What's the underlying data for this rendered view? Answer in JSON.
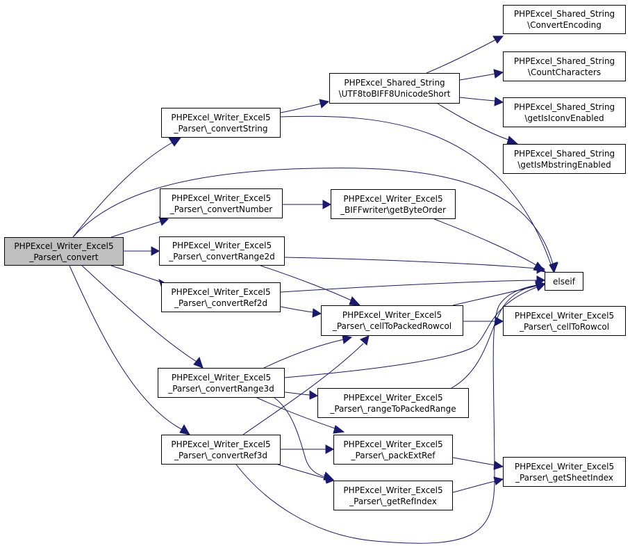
{
  "nodes": [
    {
      "id": "convert",
      "root": true,
      "lines": [
        "PHPExcel_Writer_Excel5",
        "_Parser\\_convert"
      ]
    },
    {
      "id": "convertString",
      "lines": [
        "PHPExcel_Writer_Excel5",
        "_Parser\\_convertString"
      ]
    },
    {
      "id": "convertNumber",
      "lines": [
        "PHPExcel_Writer_Excel5",
        "_Parser\\_convertNumber"
      ]
    },
    {
      "id": "convertRange2d",
      "lines": [
        "PHPExcel_Writer_Excel5",
        "_Parser\\_convertRange2d"
      ]
    },
    {
      "id": "convertRef2d",
      "lines": [
        "PHPExcel_Writer_Excel5",
        "_Parser\\_convertRef2d"
      ]
    },
    {
      "id": "convertRange3d",
      "lines": [
        "PHPExcel_Writer_Excel5",
        "_Parser\\_convertRange3d"
      ]
    },
    {
      "id": "convertRef3d",
      "lines": [
        "PHPExcel_Writer_Excel5",
        "_Parser\\_convertRef3d"
      ]
    },
    {
      "id": "utf8",
      "lines": [
        "PHPExcel_Shared_String",
        "\\UTF8toBIFF8UnicodeShort"
      ]
    },
    {
      "id": "getByteOrder",
      "lines": [
        "PHPExcel_Writer_Excel5",
        "_BIFFwriter\\getByteOrder"
      ]
    },
    {
      "id": "cellToPackedRowcol",
      "lines": [
        "PHPExcel_Writer_Excel5",
        "_Parser\\_cellToPackedRowcol"
      ]
    },
    {
      "id": "rangeToPackedRange",
      "lines": [
        "PHPExcel_Writer_Excel5",
        "_Parser\\_rangeToPackedRange"
      ]
    },
    {
      "id": "packExtRef",
      "lines": [
        "PHPExcel_Writer_Excel5",
        "_Parser\\_packExtRef"
      ]
    },
    {
      "id": "getRefIndex",
      "lines": [
        "PHPExcel_Writer_Excel5",
        "_Parser\\_getRefIndex"
      ]
    },
    {
      "id": "convertEncoding",
      "lines": [
        "PHPExcel_Shared_String",
        "\\ConvertEncoding"
      ]
    },
    {
      "id": "countCharacters",
      "lines": [
        "PHPExcel_Shared_String",
        "\\CountCharacters"
      ]
    },
    {
      "id": "getIsIconvEnabled",
      "lines": [
        "PHPExcel_Shared_String",
        "\\getIsIconvEnabled"
      ]
    },
    {
      "id": "getIsMbstringEnabled",
      "lines": [
        "PHPExcel_Shared_String",
        "\\getIsMbstringEnabled"
      ]
    },
    {
      "id": "elseif",
      "lines": [
        "elseif"
      ]
    },
    {
      "id": "cellToRowcol",
      "lines": [
        "PHPExcel_Writer_Excel5",
        "_Parser\\_cellToRowcol"
      ]
    },
    {
      "id": "getSheetIndex",
      "lines": [
        "PHPExcel_Writer_Excel5",
        "_Parser\\_getSheetIndex"
      ]
    }
  ],
  "edges": [
    {
      "from": "convert",
      "to": "convertString"
    },
    {
      "from": "convert",
      "to": "convertNumber"
    },
    {
      "from": "convert",
      "to": "convertRange2d"
    },
    {
      "from": "convert",
      "to": "convertRef2d"
    },
    {
      "from": "convert",
      "to": "convertRange3d"
    },
    {
      "from": "convert",
      "to": "convertRef3d"
    },
    {
      "from": "convert",
      "to": "elseif"
    },
    {
      "from": "convertString",
      "to": "utf8"
    },
    {
      "from": "convertString",
      "to": "elseif"
    },
    {
      "from": "utf8",
      "to": "convertEncoding"
    },
    {
      "from": "utf8",
      "to": "countCharacters"
    },
    {
      "from": "utf8",
      "to": "getIsIconvEnabled"
    },
    {
      "from": "utf8",
      "to": "getIsMbstringEnabled"
    },
    {
      "from": "convertNumber",
      "to": "getByteOrder"
    },
    {
      "from": "getByteOrder",
      "to": "elseif"
    },
    {
      "from": "convertRange2d",
      "to": "elseif"
    },
    {
      "from": "convertRange2d",
      "to": "cellToPackedRowcol"
    },
    {
      "from": "convertRef2d",
      "to": "elseif"
    },
    {
      "from": "convertRef2d",
      "to": "cellToPackedRowcol"
    },
    {
      "from": "cellToPackedRowcol",
      "to": "elseif"
    },
    {
      "from": "cellToPackedRowcol",
      "to": "cellToRowcol"
    },
    {
      "from": "convertRange3d",
      "to": "cellToPackedRowcol"
    },
    {
      "from": "convertRange3d",
      "to": "elseif"
    },
    {
      "from": "convertRange3d",
      "to": "rangeToPackedRange"
    },
    {
      "from": "convertRange3d",
      "to": "packExtRef"
    },
    {
      "from": "convertRange3d",
      "to": "getRefIndex"
    },
    {
      "from": "rangeToPackedRange",
      "to": "elseif"
    },
    {
      "from": "convertRef3d",
      "to": "cellToPackedRowcol"
    },
    {
      "from": "convertRef3d",
      "to": "packExtRef"
    },
    {
      "from": "convertRef3d",
      "to": "getRefIndex"
    },
    {
      "from": "convertRef3d",
      "to": "elseif"
    },
    {
      "from": "packExtRef",
      "to": "getSheetIndex"
    },
    {
      "from": "getRefIndex",
      "to": "getSheetIndex"
    }
  ]
}
